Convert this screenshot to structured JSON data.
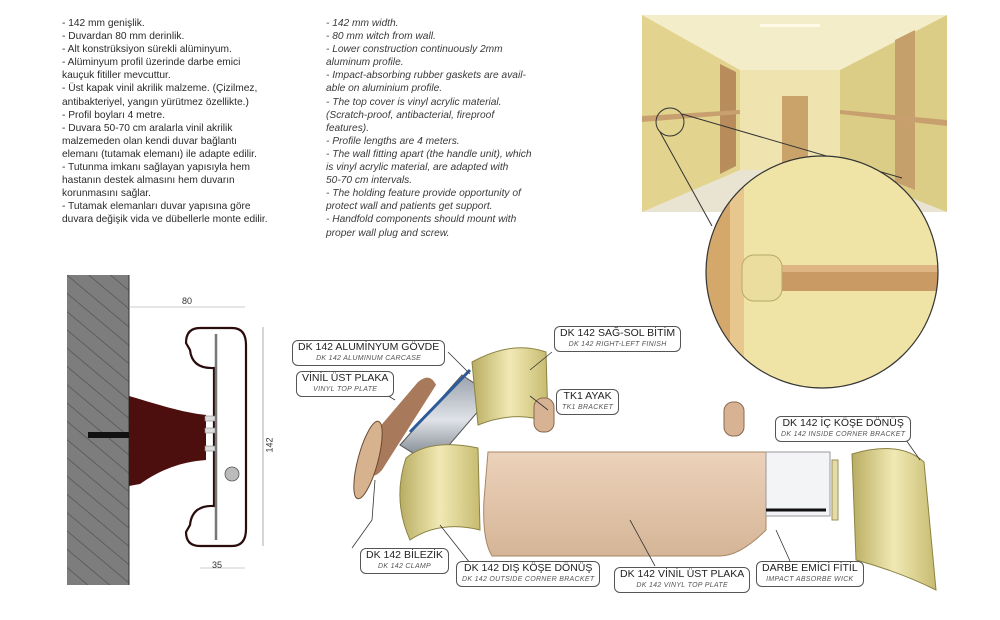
{
  "specs_tr": [
    "- 142 mm genişlik.",
    "- Duvardan 80 mm derinlik.",
    "- Alt konstrüksiyon sürekli alüminyum.",
    "- Alüminyum profil üzerinde darbe emici",
    "kauçuk fitiller mevcuttur.",
    "- Üst kapak vinil akrilik malzeme. (Çizilmez,",
    "antibakteriyel, yangın yürütmez özellikte.)",
    "- Profil boyları 4 metre.",
    "- Duvara 50-70 cm aralarla vinil akrilik",
    "malzemeden olan kendi duvar bağlantı",
    "elemanı (tutamak elemanı) ile adapte edilir.",
    "- Tutunma imkanı sağlayan yapısıyla hem",
    "hastanın destek almasını hem duvarın",
    "korunmasını sağlar.",
    "- Tutamak elemanları duvar yapısına göre",
    "duvara değişik vida ve dübellerle monte edilir."
  ],
  "specs_en": [
    "- 142 mm width.",
    "- 80 mm witch from wall.",
    "- Lower construction continuously 2mm",
    "aluminum profile.",
    "- Impact-absorbing rubber gaskets are avail-",
    "able on aluminium profile.",
    "- The top cover is vinyl acrylic material.",
    "(Scratch-proof, antibacterial, fireproof",
    "features).",
    "- Profile lengths are 4 meters.",
    "- The wall fitting apart (the handle unit), which",
    "is vinyl acrylic material, are adapted with",
    "50-70 cm intervals.",
    "- The holding feature provide opportunity of",
    "protect wall and patients get support.",
    "- Handfold components should mount with",
    "proper wall plug and screw."
  ],
  "section": {
    "depth": "80",
    "height": "142",
    "base": "35"
  },
  "callouts": {
    "aluminum_body": {
      "title": "DK 142 ALUMİNYUM GÖVDE",
      "sub": "DK 142 ALUMINUM CARCASE"
    },
    "vinyl_top_plate": {
      "title": "VİNİL ÜST PLAKA",
      "sub": "VINYL TOP PLATE"
    },
    "right_left_finish": {
      "title": "DK 142 SAĞ-SOL BİTİM",
      "sub": "DK 142 RIGHT-LEFT FINISH"
    },
    "tk1_bracket": {
      "title": "TK1 AYAK",
      "sub": "TK1 BRACKET"
    },
    "inside_corner": {
      "title": "DK 142 İÇ KÖŞE DÖNÜŞ",
      "sub": "DK 142 INSIDE CORNER BRACKET"
    },
    "clamp": {
      "title": "DK 142 BİLEZİK",
      "sub": "DK 142 CLAMP"
    },
    "outside_corner": {
      "title": "DK 142 DIŞ KÖŞE DÖNÜŞ",
      "sub": "DK 142 OUTSIDE CORNER BRACKET"
    },
    "vinyl_top_plate_main": {
      "title": "DK 142 VİNİL ÜST PLAKA",
      "sub": "DK 142 VINYL TOP PLATE"
    },
    "impact_wick": {
      "title": "DARBE EMİCİ FİTİL",
      "sub": "IMPACT ABSORBE WICK"
    }
  },
  "colors": {
    "wall": "#7a7a7a",
    "bracket": "#5a1212",
    "vinyl": "#e4c4a8",
    "cream": "#ece3a6",
    "corridor": "#efe6b4"
  }
}
